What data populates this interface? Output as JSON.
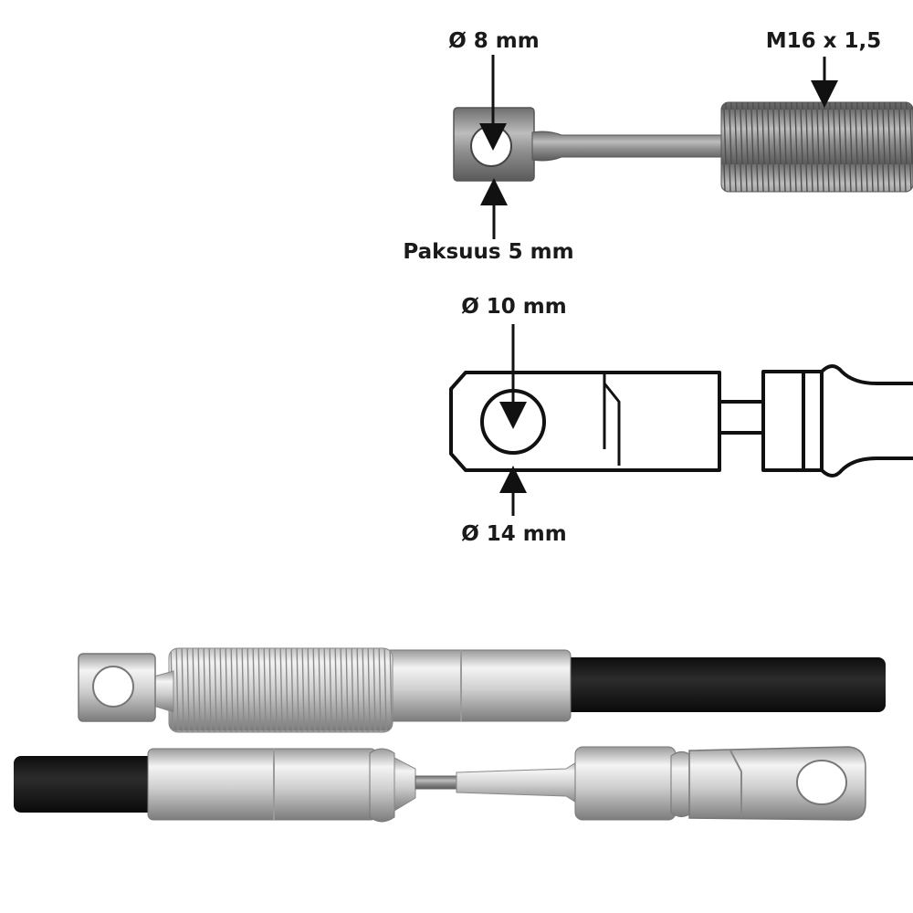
{
  "labels": {
    "eye_hole_diameter": "Ø 8 mm",
    "thread_spec": "M16 x 1,5",
    "eye_thickness": "Paksuus 5 mm",
    "fork_hole_diameter": "Ø 10 mm",
    "fork_body_diameter": "Ø 14 mm"
  },
  "colors": {
    "steel": "#8c8c8c",
    "steel_dark": "#5f5f5f",
    "chrome": "#d9d9d9",
    "cable": "#161616",
    "line": "#111111"
  }
}
